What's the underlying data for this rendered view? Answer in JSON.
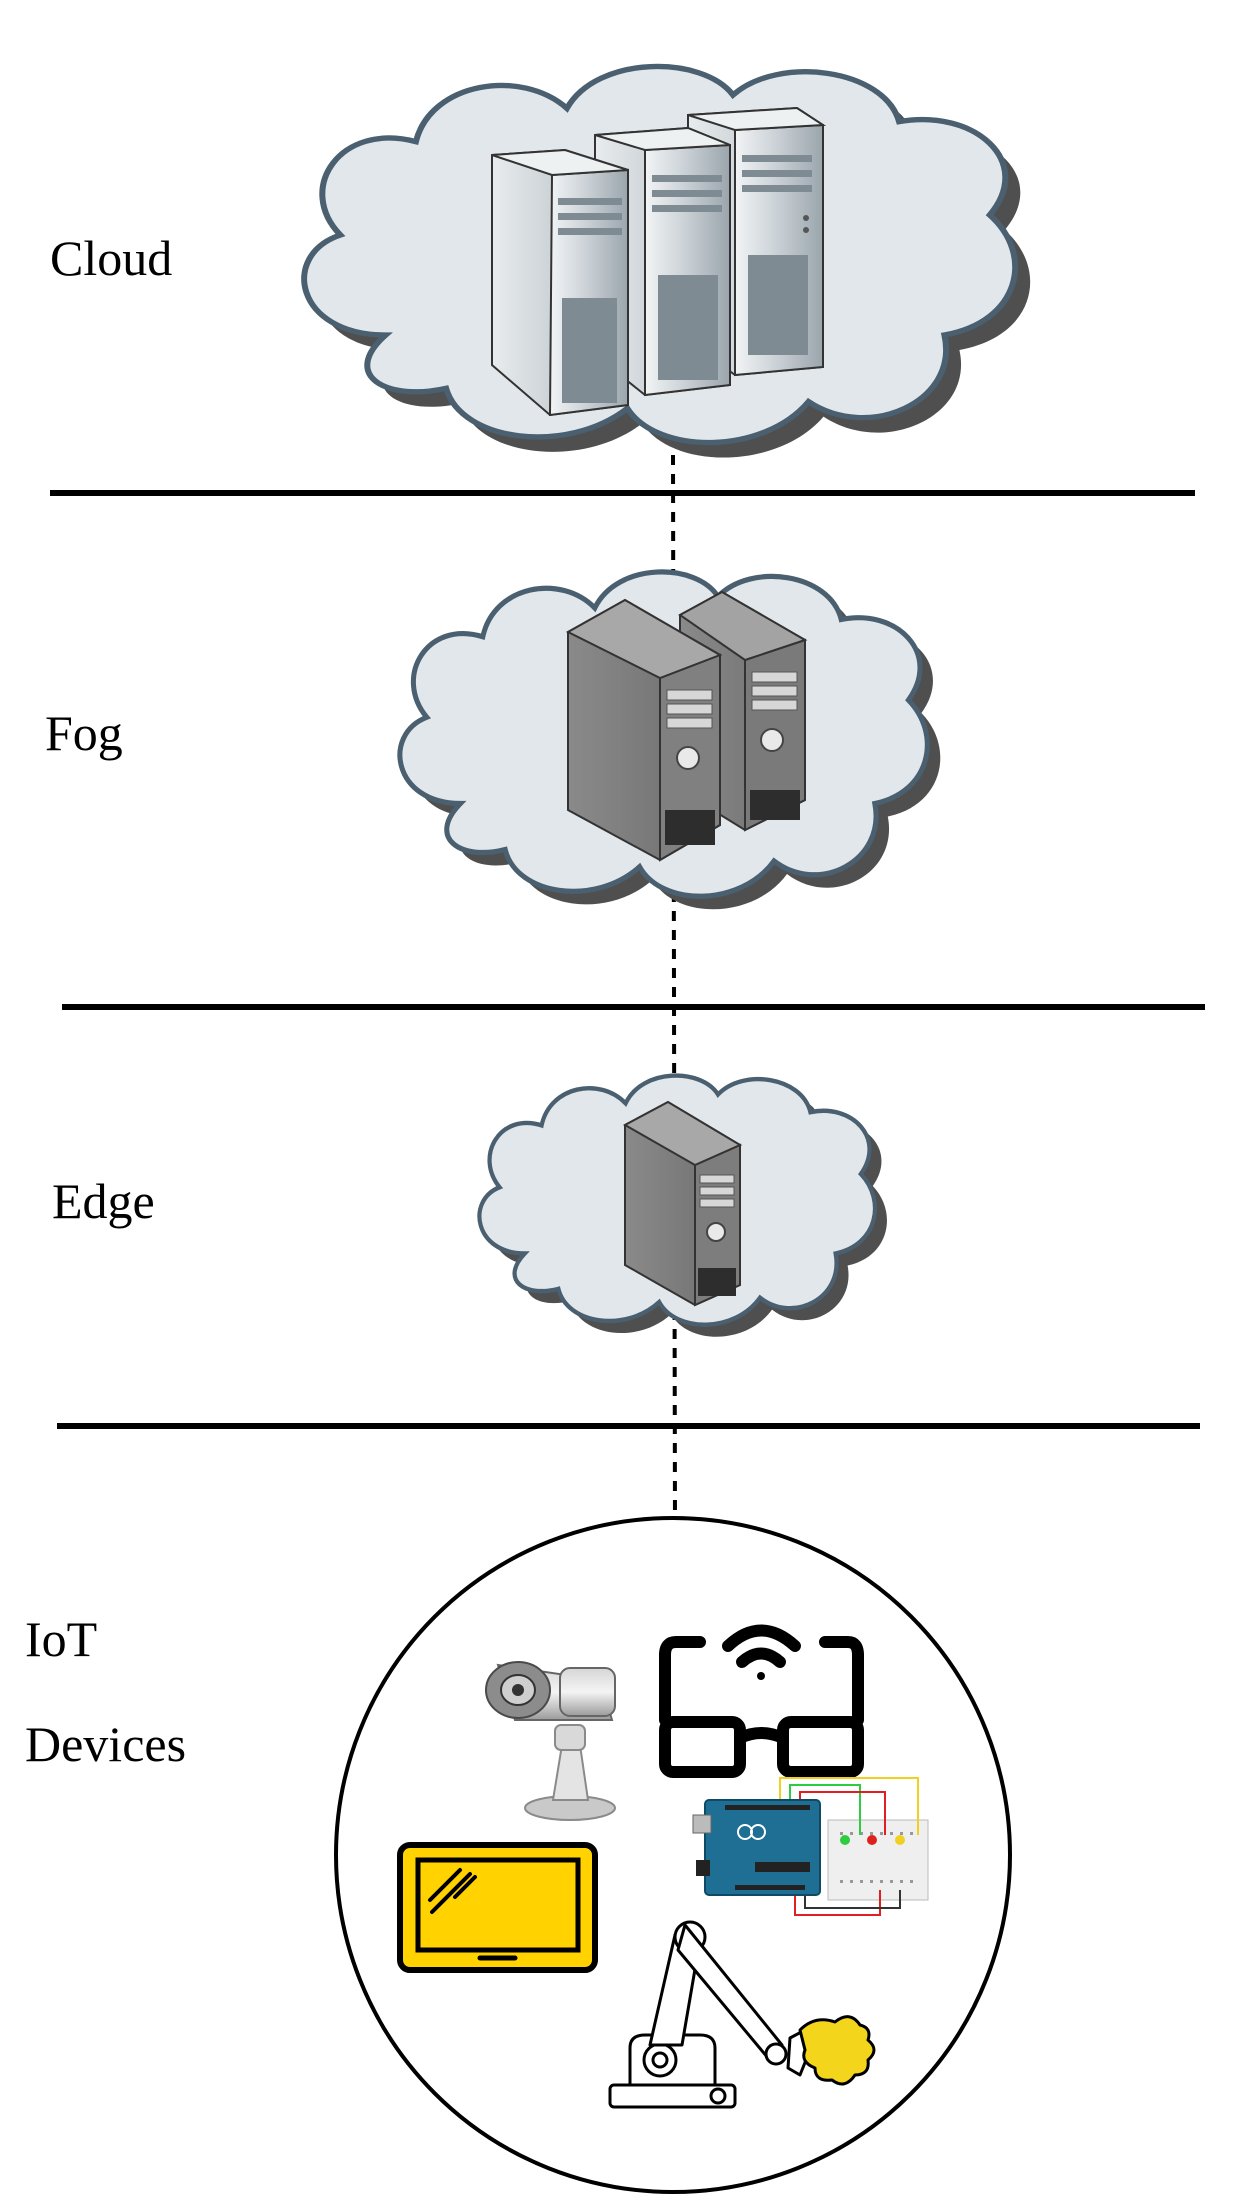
{
  "tiers": [
    {
      "id": "cloud",
      "label": "Cloud"
    },
    {
      "id": "fog",
      "label": "Fog"
    },
    {
      "id": "edge",
      "label": "Edge"
    },
    {
      "id": "iot",
      "label_line1": "IoT",
      "label_line2": "Devices"
    }
  ],
  "colors": {
    "cloud_fill": "#e2e7eb",
    "cloud_stroke": "#4a6070",
    "cloud_shadow": "#4f4f4f",
    "separator": "#000000",
    "server_light": "#b9c2c8",
    "server_dark": "#6f6f6f",
    "tablet_yellow": "#ffd200",
    "arduino_blue": "#1f6f94"
  },
  "icons": {
    "cloud_servers": "tower-server-icon",
    "fog_servers": "rack-server-icon",
    "edge_server": "rack-server-icon",
    "camera": "security-camera-icon",
    "glasses": "smart-glasses-icon",
    "tablet": "tablet-icon",
    "arduino": "arduino-breadboard-icon",
    "robot_arm": "robot-arm-icon"
  }
}
